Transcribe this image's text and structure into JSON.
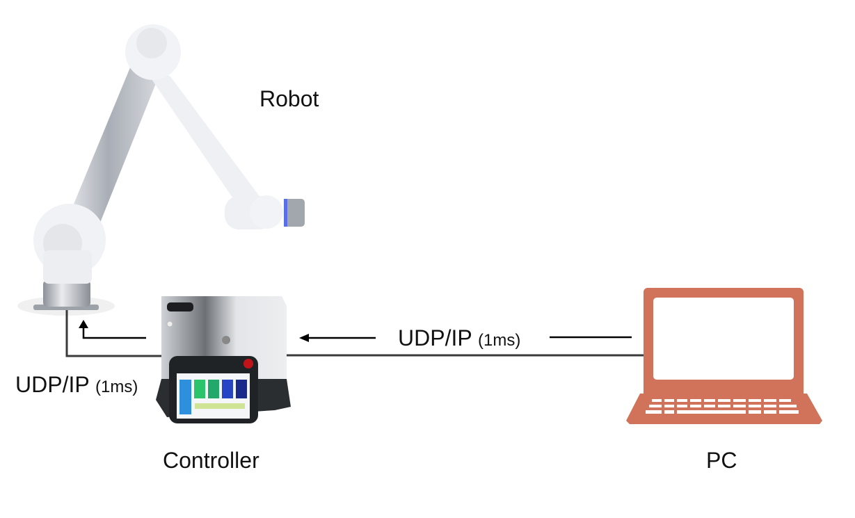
{
  "nodes": {
    "robot": {
      "label": "Robot"
    },
    "controller": {
      "label": "Controller"
    },
    "pc": {
      "label": "PC"
    }
  },
  "links": {
    "pc_to_controller": {
      "protocol": "UDP/IP",
      "period": "(1ms)"
    },
    "controller_to_robot": {
      "protocol": "UDP/IP",
      "period": "(1ms)"
    }
  },
  "colors": {
    "pc_icon": "#d0735a",
    "cable": "#3a3a3a",
    "arrow": "#000000",
    "robot_body": "#eef0f4",
    "robot_tube": "#b8bcc4",
    "robot_ring": "#5a6ee8",
    "controller_box": "#d9dbde",
    "pendant_frame": "#1f2326",
    "estop": "#c0141a"
  }
}
